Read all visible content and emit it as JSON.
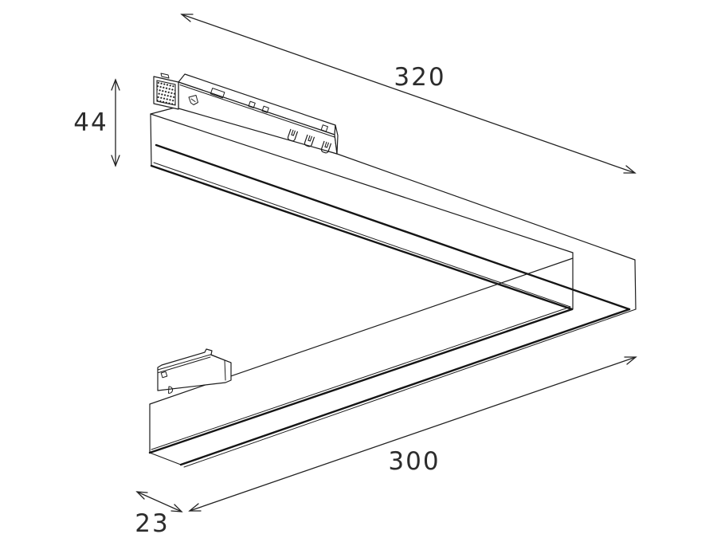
{
  "figure": {
    "kind": "technical line drawing",
    "subject": "L-shaped linear LED track light profile with magnetic track adapters",
    "view": "isometric",
    "dimensions": {
      "top_arm_length": "320",
      "fixture_height": "44",
      "bottom_arm_length": "300",
      "profile_width": "23"
    }
  },
  "colors": {
    "background": "#ffffff",
    "line": "#1d1d1d",
    "text": "#2c2c2c"
  }
}
